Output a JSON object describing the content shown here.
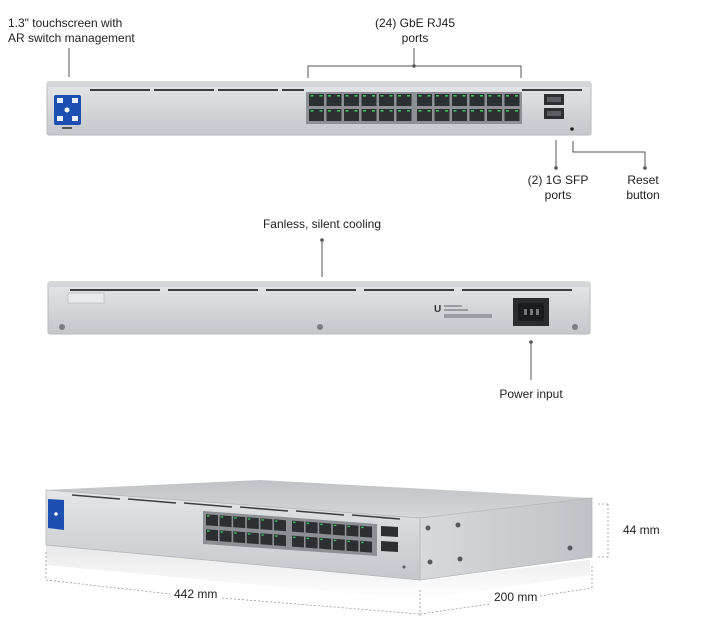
{
  "callouts": {
    "touchscreen": [
      "1.3\" touchscreen with",
      "AR switch management"
    ],
    "rj45": [
      "(24) GbE RJ45",
      "ports"
    ],
    "sfp": [
      "(2) 1G SFP",
      "ports"
    ],
    "reset": [
      "Reset",
      "button"
    ],
    "cooling": "Fanless, silent cooling",
    "power": "Power input"
  },
  "dimensions": {
    "width": "442 mm",
    "depth": "200 mm",
    "height": "44 mm"
  },
  "colors": {
    "chassis": "#c9cbcf",
    "chassis_light": "#dfe1e4",
    "screen_panel": "#1d4fb0",
    "port_dark": "#2d3033",
    "port_led": "#3bbf5a",
    "leader_line": "#555555"
  },
  "icons": [
    "touchscreen-icon",
    "ubiquiti-logo-icon",
    "power-socket-icon"
  ]
}
